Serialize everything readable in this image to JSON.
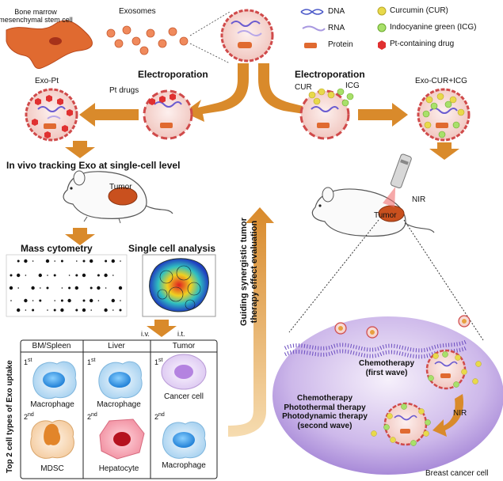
{
  "labels": {
    "bm_cell": "Bone marrow\nmesenchymal stem cell",
    "exosomes": "Exosomes",
    "electroporation_left": "Electroporation",
    "electroporation_right": "Electroporation",
    "exo_pt": "Exo-Pt",
    "pt_drugs": "Pt drugs",
    "cur": "CUR",
    "icg": "ICG",
    "exo_cur_icg": "Exo-CUR+ICG",
    "in_vivo": "In vivo tracking Exo at single-cell level",
    "tumor_left": "Tumor",
    "tumor_right": "Tumor",
    "nir_top": "NIR",
    "mass_cytometry": "Mass cytometry",
    "single_cell": "Single cell analysis",
    "guiding": "Guiding synergistic tumor\ntherapy effect evaluation",
    "iv": "i.v.",
    "it": "i.t.",
    "top2": "Top 2  cell types of Exo uptake",
    "chemo1": "Chemotherapy\n(first wave)",
    "chemo2": "Chemotherapy\nPhotothermal therapy\nPhotodynamic therapy\n(second wave)",
    "nir_bottom": "NIR",
    "breast": "Breast cancer cell"
  },
  "legend": [
    {
      "icon": "dna-icon",
      "label": "DNA"
    },
    {
      "icon": "rna-icon",
      "label": "RNA"
    },
    {
      "icon": "protein-icon",
      "label": "Protein"
    },
    {
      "icon": "curcumin-icon",
      "label": "Curcumin (CUR)"
    },
    {
      "icon": "icg-icon",
      "label": "Indocyanine green (ICG)"
    },
    {
      "icon": "pt-drug-icon",
      "label": "Pt-containing drug"
    }
  ],
  "table": {
    "columns": [
      "BM/Spleen",
      "Liver",
      "Tumor"
    ],
    "rank_first": "1",
    "rank_first_sup": "st",
    "rank_second": "2",
    "rank_second_sup": "nd",
    "first": [
      "Macrophage",
      "Macrophage",
      "Cancer cell"
    ],
    "second": [
      "MDSC",
      "Hepatocyte",
      "Macrophage"
    ]
  },
  "colors": {
    "orange_arrow": "#d98a2b",
    "stem_cell": "#e06a30",
    "exosome_fill": "#f7d9d4",
    "exosome_rim": "#d04a4a",
    "pt_drug": "#e03030",
    "curcumin": "#e8d94a",
    "icg": "#a8e06a",
    "breast_cell": "#c9b6e8"
  }
}
